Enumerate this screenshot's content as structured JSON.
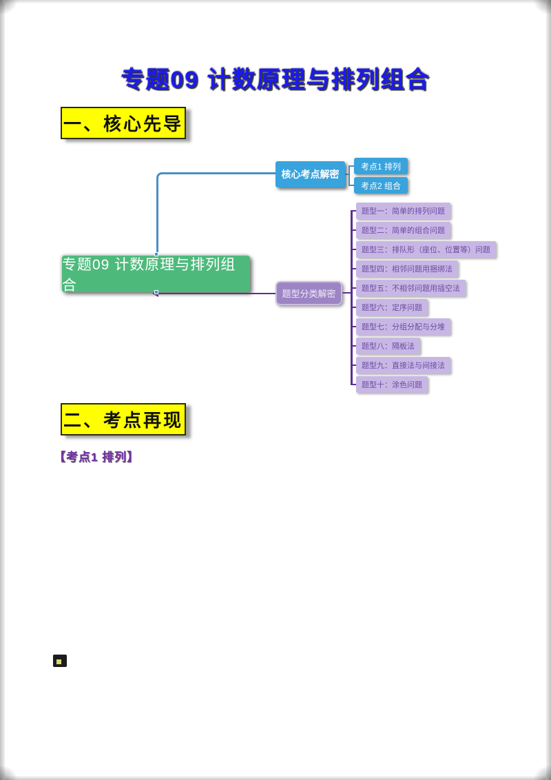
{
  "document": {
    "title": "专题09 计数原理与排列组合",
    "sections": [
      {
        "label": "一、核心先导"
      },
      {
        "label": "二、考点再现"
      }
    ],
    "subheading": "【考点1 排列】"
  },
  "mindmap": {
    "root_label": "专题09 计数原理与排列组合",
    "branches": [
      {
        "label": "核心考点解密",
        "children": [
          "考点1 排列",
          "考点2 组合"
        ]
      },
      {
        "label": "题型分类解密",
        "children": [
          "题型一：简单的排列问题",
          "题型二：简单的组合问题",
          "题型三：排队形（座位、位置等）问题",
          "题型四：相邻问题用捆绑法",
          "题型五：不相邻问题用插空法",
          "题型六：定序问题",
          "题型七：分组分配与分堆",
          "题型八：隔板法",
          "题型九：直接法与间接法",
          "题型十：涂色问题"
        ]
      }
    ]
  },
  "colors": {
    "title_blue": "#1B1BF0",
    "header_yellow": "#FFFF00",
    "root_green": "#4DBA7C",
    "branch_blue": "#38A3DC",
    "branch_purple_fill": "#9D85C4",
    "leaf_purple_fill": "#C8B7E5",
    "leaf_purple_text": "#6B4C9F",
    "connector_blue": "#4A8FC4",
    "connector_purple": "#5B2F91",
    "subheading_purple": "#7030A0"
  }
}
